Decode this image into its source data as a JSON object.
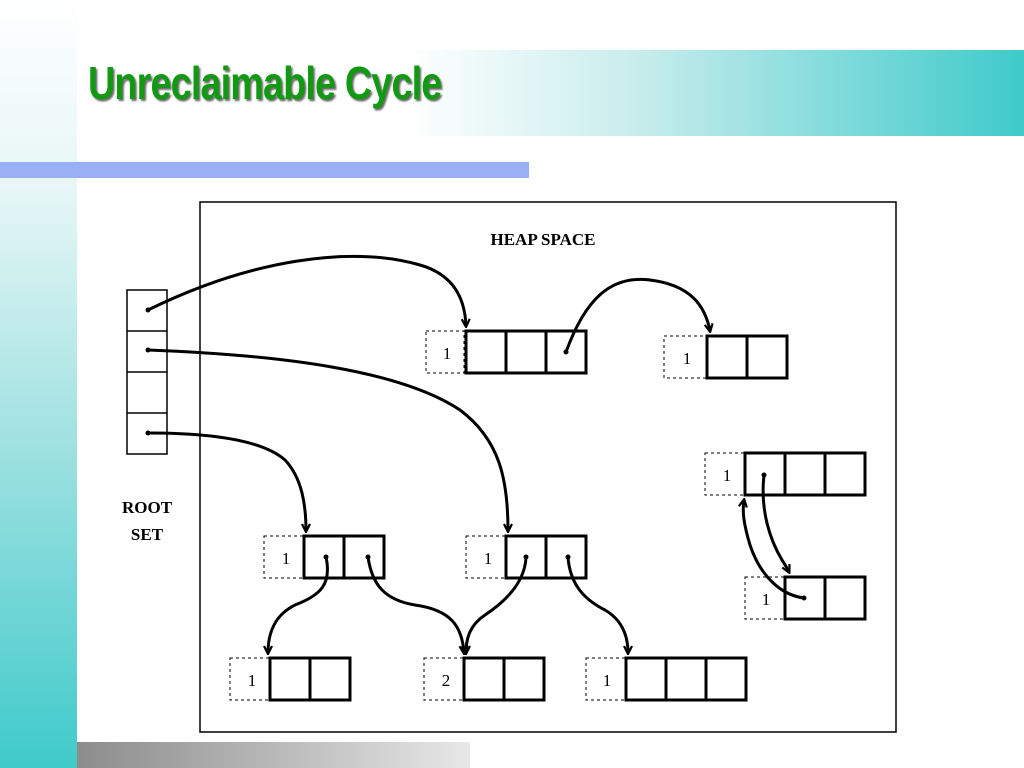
{
  "slide": {
    "title": "Unreclaimable Cycle"
  },
  "diagram": {
    "heap_label": "HEAP SPACE",
    "root_label_line1": "ROOT",
    "root_label_line2": "SET",
    "counts": {
      "object_a": "1",
      "object_b": "1",
      "object_c": "1",
      "object_d": "1",
      "object_e": "1",
      "object_f": "2",
      "object_g": "1",
      "cycle_object_1": "1",
      "cycle_object_2": "1"
    }
  }
}
